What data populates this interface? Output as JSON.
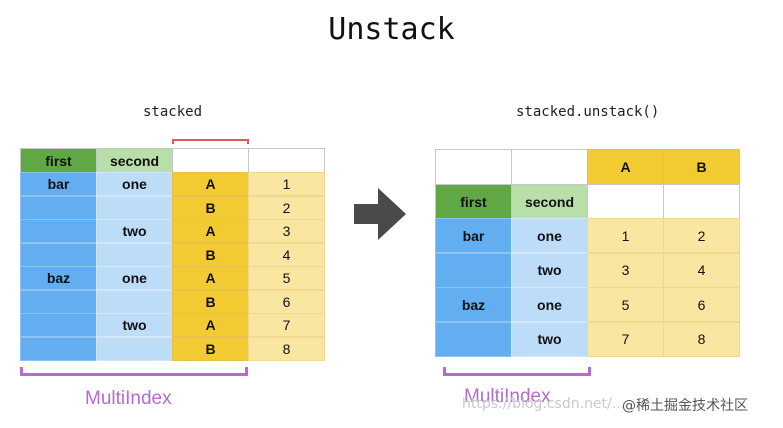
{
  "title": "Unstack",
  "left": {
    "caption": "stacked",
    "headers": [
      "first",
      "second",
      "",
      ""
    ],
    "rows": [
      {
        "first": "bar",
        "second": "one",
        "key": "A",
        "value": "1"
      },
      {
        "first": "",
        "second": "",
        "key": "B",
        "value": "2"
      },
      {
        "first": "",
        "second": "two",
        "key": "A",
        "value": "3"
      },
      {
        "first": "",
        "second": "",
        "key": "B",
        "value": "4"
      },
      {
        "first": "baz",
        "second": "one",
        "key": "A",
        "value": "5"
      },
      {
        "first": "",
        "second": "",
        "key": "B",
        "value": "6"
      },
      {
        "first": "",
        "second": "two",
        "key": "A",
        "value": "7"
      },
      {
        "first": "",
        "second": "",
        "key": "B",
        "value": "8"
      }
    ],
    "multiindex_label": "MultiIndex"
  },
  "right": {
    "caption": "stacked.unstack()",
    "columns": [
      "A",
      "B"
    ],
    "index_headers": [
      "first",
      "second"
    ],
    "rows": [
      {
        "first": "bar",
        "second": "one",
        "A": "1",
        "B": "2"
      },
      {
        "first": "",
        "second": "two",
        "A": "3",
        "B": "4"
      },
      {
        "first": "baz",
        "second": "one",
        "A": "5",
        "B": "6"
      },
      {
        "first": "",
        "second": "two",
        "A": "7",
        "B": "8"
      }
    ],
    "multiindex_label": "MultiIndex"
  },
  "watermark": "https://blog.csdn.net/...",
  "watermark_brand": "@稀土掘金技术社区",
  "colors": {
    "index_dark_blue": "#62aef0",
    "index_light_blue": "#bcdcf8",
    "key_yellow": "#f2cb33",
    "value_light_yellow": "#f9e6a1",
    "header_green": "#5fa843",
    "header_light_green": "#b9dfa9",
    "multiindex_purple": "#b56bd1",
    "bracket_red": "#e05a5a",
    "arrow_gray": "#4a4a4a"
  },
  "icons": {
    "arrow": "right-arrow-icon"
  }
}
